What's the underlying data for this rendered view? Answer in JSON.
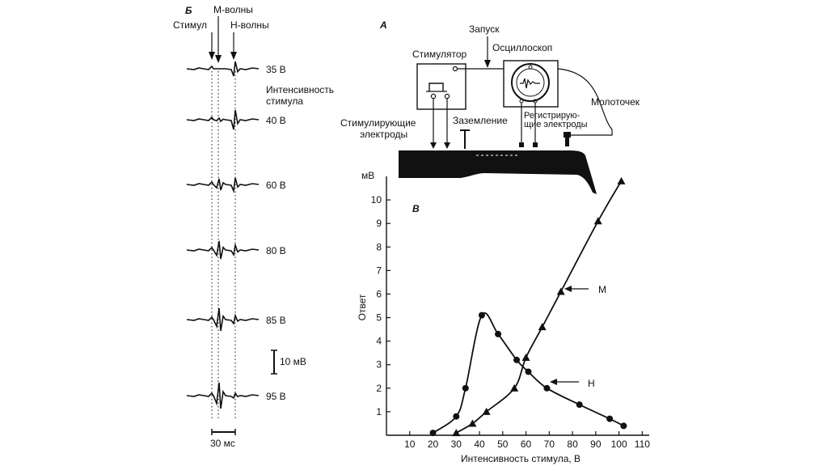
{
  "panel_b": {
    "letter": "Б",
    "label_stimulus": "Стимул",
    "label_m_waves": "М-волны",
    "label_h_waves": "Н-волны",
    "intensity_title_line1": "Интенсивность",
    "intensity_title_line2": "стимула",
    "traces": [
      "35 В",
      "40 В",
      "60 В",
      "80 В",
      "85 В",
      "95 В"
    ],
    "scale_voltage": "10 мВ",
    "scale_time": "30 мс"
  },
  "panel_a": {
    "letter": "А",
    "trigger": "Запуск",
    "stimulator": "Стимулятор",
    "oscilloscope": "Осциллоскоп",
    "hammer": "Молоточек",
    "stim_electrodes_line1": "Стимулирующие",
    "stim_electrodes_line2": "электроды",
    "ground": "Заземление",
    "rec_electrodes_line1": "Регистрирую-",
    "rec_electrodes_line2": "щие электроды"
  },
  "panel_v": {
    "letter": "В",
    "y_unit": "мВ",
    "label_m": "М",
    "label_h": "Н"
  },
  "chart_data": {
    "type": "line",
    "xlabel": "Интенсивность стимула, В",
    "ylabel": "Ответ",
    "xlim": [
      0,
      113
    ],
    "ylim": [
      0,
      11
    ],
    "xticks": [
      10,
      20,
      30,
      40,
      50,
      60,
      70,
      80,
      90,
      100,
      110
    ],
    "yticks": [
      1,
      2,
      3,
      4,
      5,
      6,
      7,
      8,
      9,
      10
    ],
    "series": [
      {
        "name": "М",
        "marker": "triangle",
        "x": [
          30,
          37,
          43,
          55,
          60,
          67,
          75,
          91,
          101
        ],
        "y": [
          0.1,
          0.5,
          1.0,
          2.0,
          3.3,
          4.6,
          6.1,
          9.1,
          10.8
        ]
      },
      {
        "name": "Н",
        "marker": "circle",
        "x": [
          20,
          30,
          34,
          41,
          48,
          56,
          61,
          69,
          83,
          96,
          102
        ],
        "y": [
          0.1,
          0.8,
          2.0,
          5.1,
          4.3,
          3.2,
          2.7,
          2.0,
          1.3,
          0.7,
          0.4
        ]
      }
    ]
  }
}
